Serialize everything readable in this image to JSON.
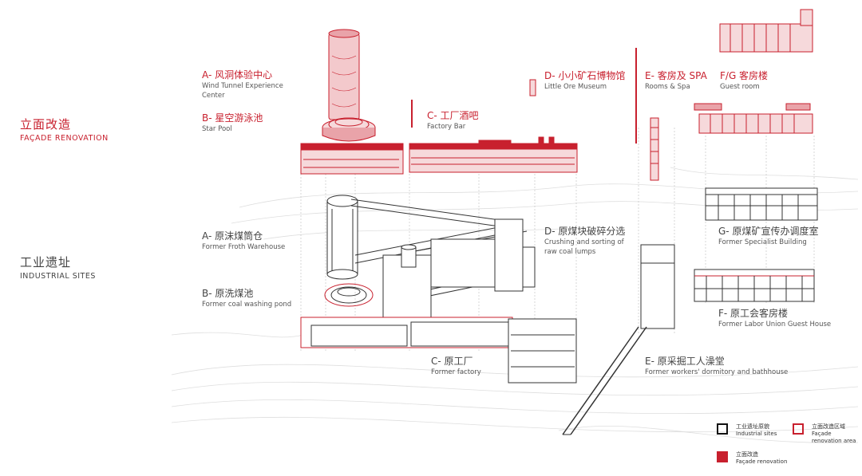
{
  "sections": {
    "facade": {
      "cn": "立面改造",
      "en": "FAÇADE RENOVATION"
    },
    "industrial": {
      "cn": "工业遗址",
      "en": "INDUSTRIAL SITES"
    }
  },
  "labels_top": {
    "a": {
      "cn": "A- 风洞体验中心",
      "en1": "Wind Tunnel Experience",
      "en2": "Center"
    },
    "b": {
      "cn": "B- 星空游泳池",
      "en": "Star Pool"
    },
    "c": {
      "cn": "C- 工厂酒吧",
      "en": "Factory Bar"
    },
    "d": {
      "cn": "D- 小小矿石博物馆",
      "en": "Little Ore Museum"
    },
    "e": {
      "cn": "E- 客房及 SPA",
      "en": "Rooms & Spa"
    },
    "fg": {
      "cn": "F/G 客房楼",
      "en": "Guest room"
    }
  },
  "labels_bottom": {
    "a": {
      "cn": "A- 原沫煤筒仓",
      "en": "Former Froth Warehouse"
    },
    "b": {
      "cn": "B- 原洗煤池",
      "en": "Former coal washing pond"
    },
    "c": {
      "cn": "C- 原工厂",
      "en": "Former factory"
    },
    "d": {
      "cn": "D- 原煤块破碎分选",
      "en1": "Crushing and sorting of",
      "en2": "raw coal lumps"
    },
    "e": {
      "cn": "E- 原采掘工人澡堂",
      "en": "Former workers' dormitory and bathhouse"
    },
    "g": {
      "cn": "G- 原煤矿宣传办调度室",
      "en": "Former Specialist Building"
    },
    "f": {
      "cn": "F- 原工会客房楼",
      "en": "Former Labor Union Guest House"
    }
  },
  "legend": {
    "industrial": {
      "cn": "工业遗址原貌",
      "en": "Industrial sites"
    },
    "renovation_area": {
      "cn": "立面改造区域",
      "en1": "Façade",
      "en2": "renovation area"
    },
    "renovation": {
      "cn": "立面改造",
      "en": "Façade renovation"
    }
  },
  "colors": {
    "accent": "#c8202e",
    "line": "#333333",
    "faint": "#d9d9d9"
  }
}
